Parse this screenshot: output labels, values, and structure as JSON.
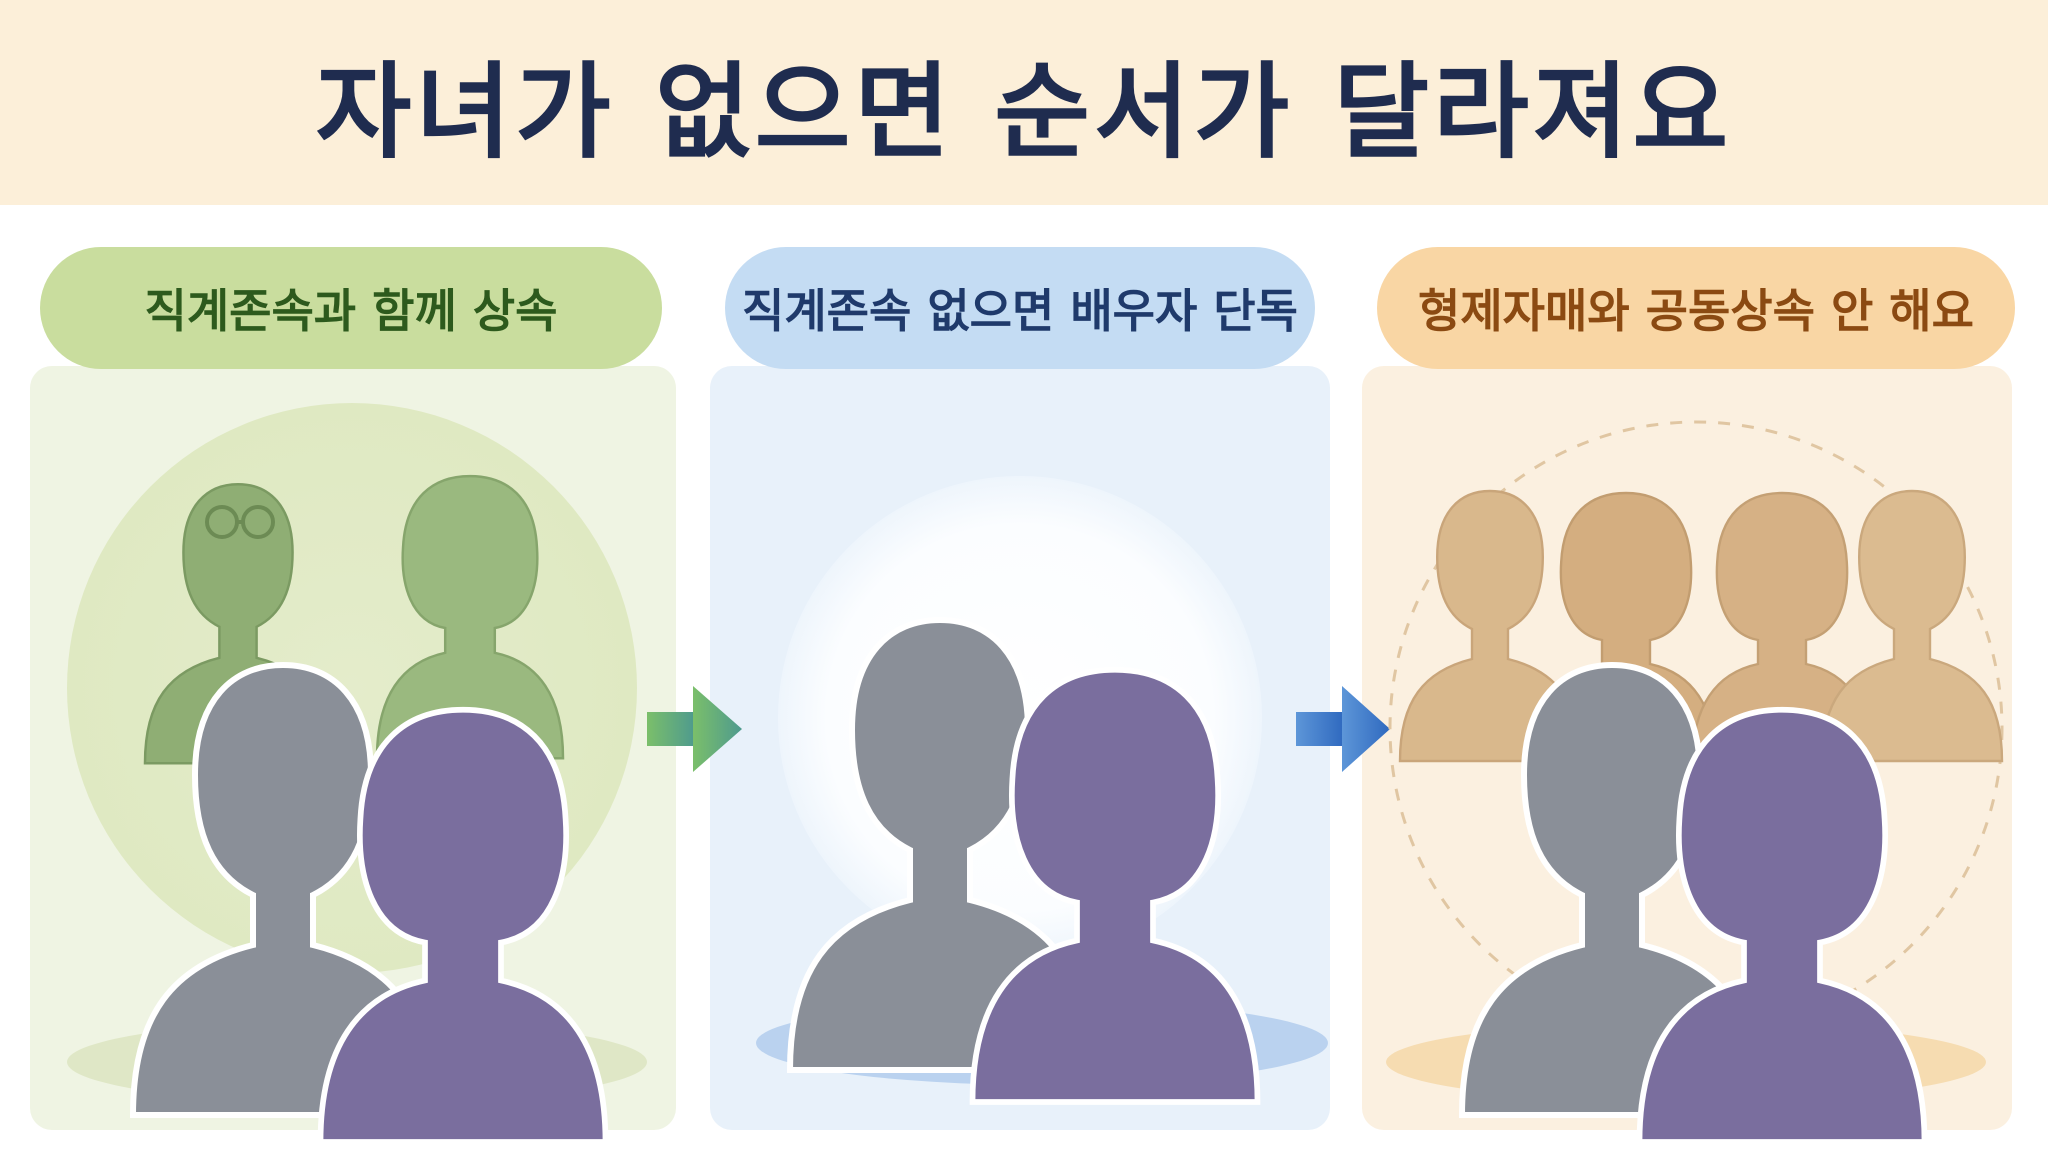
{
  "title": "자녀가 없으면 순서가 달라져요",
  "panels": [
    {
      "label": "직계존속과 함께 상속"
    },
    {
      "label": "직계존속 없으면 배우자 단독"
    },
    {
      "label": "형제자매와 공동상속 안 해요"
    }
  ],
  "colors": {
    "spouse_male": "#8a8f98",
    "spouse_female": "#7a6e9e",
    "ascendant": "#8fae74",
    "sibling": "#d7b48a",
    "arrow_green": "#6fae78",
    "arrow_blue": "#3f7ccc"
  }
}
